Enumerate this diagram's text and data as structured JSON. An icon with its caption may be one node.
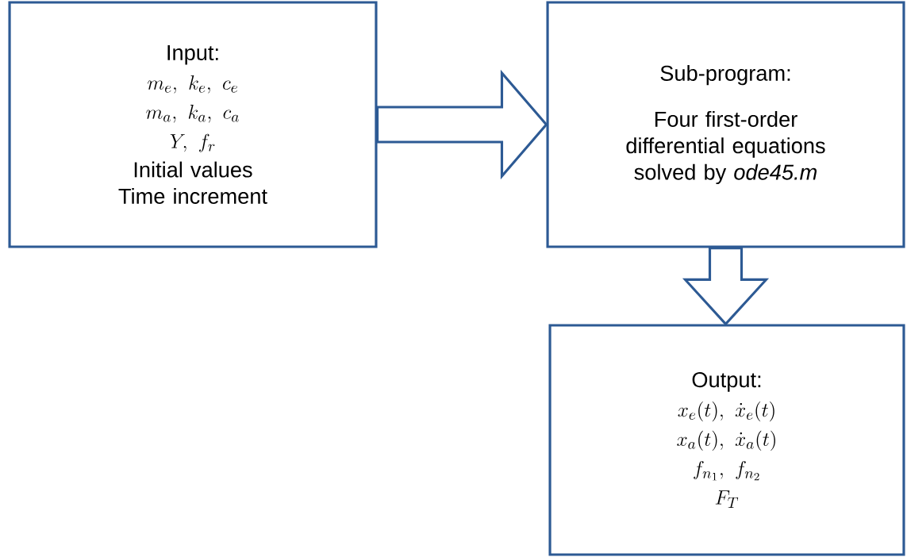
{
  "diagram": {
    "nodes": [
      {
        "text": [
          "Input:",
          "m_e,\\ k_e,\\ c_e",
          "m_a,\\ k_a,\\ c_a",
          "Y,\\ f_r",
          "Initial values",
          "Time increment"
        ]
      },
      {
        "text": [
          "Sub-program:",
          "Four first-order differential equations solved by *ode45.m*"
        ]
      },
      {
        "text": [
          "Output:",
          "x_e(t),\\ \\dot{x}_e(t)",
          "x_a(t),\\ \\dot{x}_a(t)",
          "f_{n_1},\\ f_{n_2}",
          "F_T"
        ]
      }
    ],
    "edges": [
      {
        "from": 0,
        "to": 1,
        "arrow": "to"
      },
      {
        "from": 1,
        "to": 2,
        "arrow": "to"
      }
    ]
  }
}
